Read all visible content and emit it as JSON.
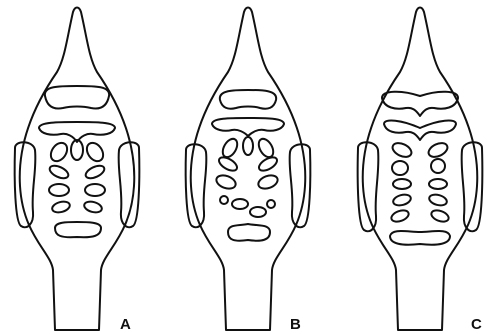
{
  "figure": {
    "panels": [
      {
        "label": "A"
      },
      {
        "label": "B"
      },
      {
        "label": "C"
      }
    ]
  },
  "colors": {
    "stroke": "#111111",
    "background": "#ffffff"
  }
}
